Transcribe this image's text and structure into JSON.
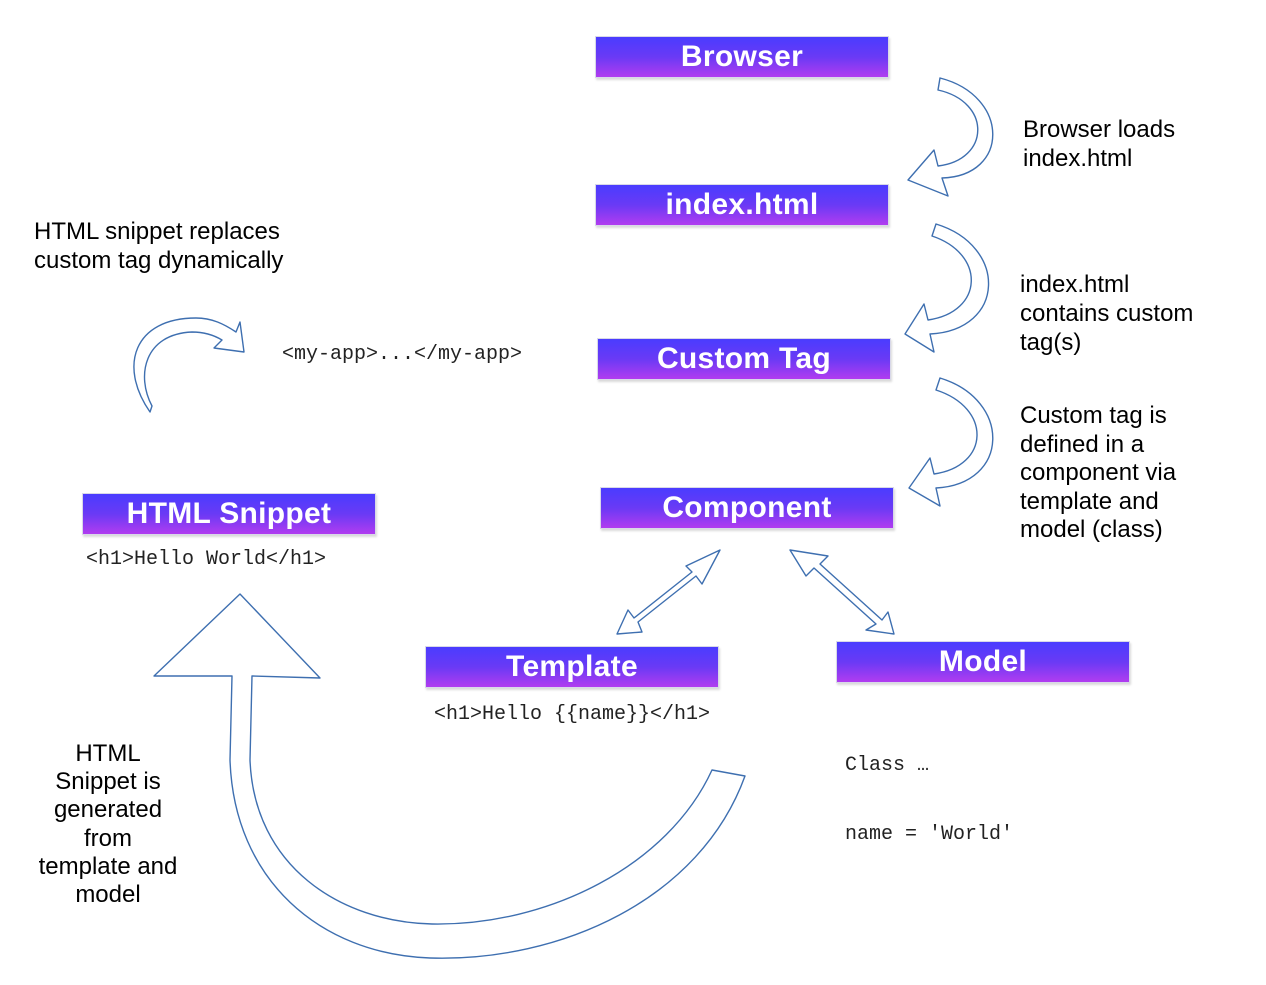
{
  "boxes": {
    "browser": "Browser",
    "index_html": "index.html",
    "custom_tag": "Custom Tag",
    "component": "Component",
    "html_snippet": "HTML Snippet",
    "template": "Template",
    "model": "Model"
  },
  "notes": {
    "browser_loads": [
      "Browser loads",
      "index.html"
    ],
    "index_contains": [
      "index.html",
      "contains custom",
      "tag(s)"
    ],
    "custom_tag_defined": [
      "Custom tag is",
      "defined in a",
      "component via",
      "template and",
      "model (class)"
    ],
    "snippet_replaces": [
      "HTML snippet replaces",
      "custom tag dynamically"
    ],
    "snippet_generated": [
      "HTML",
      "Snippet is",
      "generated",
      "from",
      "template and",
      "model"
    ]
  },
  "code": {
    "my_app": "<my-app>...</my-app>",
    "hello_world": "<h1>Hello World</h1>",
    "hello_name": "<h1>Hello {{name}}</h1>",
    "model_class": "Class …",
    "model_name": "name = 'World'"
  },
  "colors": {
    "box_gradient_top": "#4a3cff",
    "box_gradient_bottom": "#b13cf0",
    "arrow_outline": "#3e6fb0"
  }
}
